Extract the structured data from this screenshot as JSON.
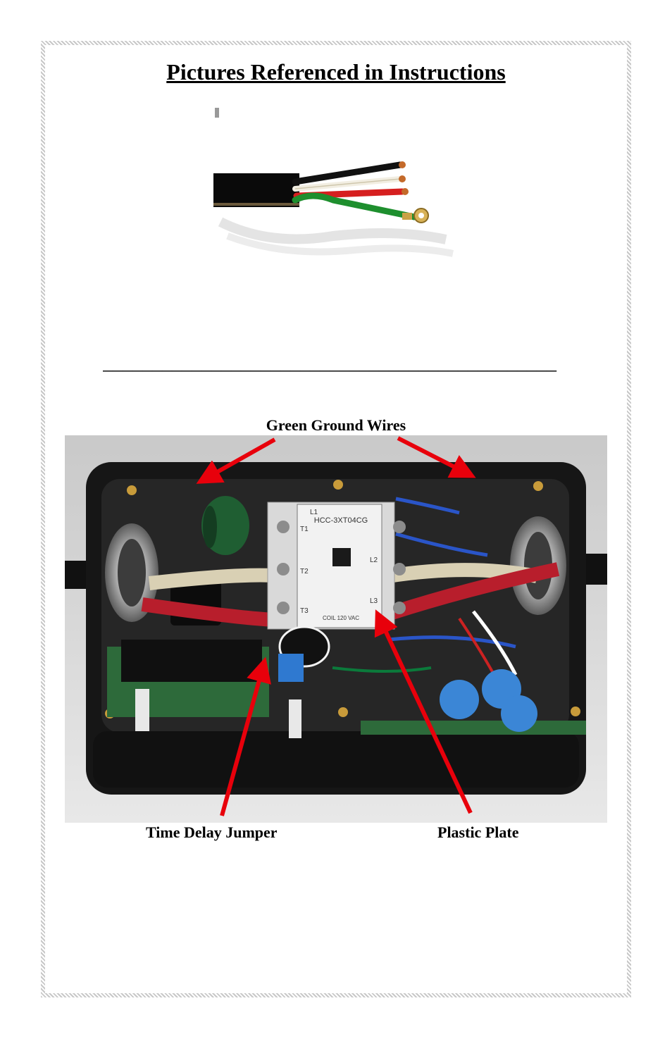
{
  "page": {
    "title": "Pictures Referenced in Instructions",
    "separator": "______________________________________________"
  },
  "labels": {
    "green_ground_wires": "Green Ground Wires",
    "time_delay_jumper": "Time Delay Jumper",
    "plastic_plate": "Plastic Plate"
  },
  "contactor": {
    "model": "HCC-3XT04CG",
    "terminals_top": [
      "L1",
      "L2",
      "L3"
    ],
    "terminals_bottom": [
      "T1",
      "T2",
      "T3"
    ],
    "coil": "COIL 120 VAC"
  },
  "colors": {
    "arrow": "#e8000b",
    "box": "#161616",
    "background_wall": "#dcdcdc"
  }
}
